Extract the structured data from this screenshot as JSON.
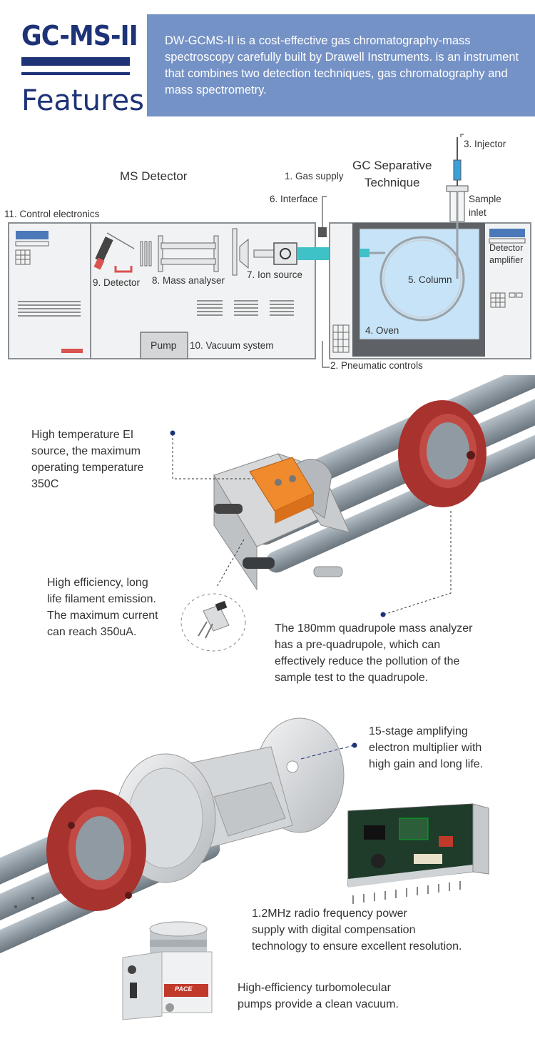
{
  "header": {
    "model": "GC-MS-II",
    "section": "Features",
    "intro": "DW-GCMS-II is a cost-effective gas chromatography-mass spectroscopy carefully built by Drawell Instruments. is an instrument that combines two detection techniques, gas chromatography and mass spectrometry."
  },
  "diagram": {
    "ms_heading": "MS Detector",
    "gc_heading_line1": "GC Separative",
    "gc_heading_line2": "Technique",
    "labels": {
      "gas_supply": "1. Gas supply",
      "pneumatic": "2. Pneumatic controls",
      "injector": "3. Injector",
      "oven": "4. Oven",
      "column": "5. Column",
      "interface": "6. Interface",
      "ion_source": "7. Ion source",
      "mass_analyser": "8. Mass analyser",
      "detector": "9. Detector",
      "vacuum": "10. Vacuum system",
      "control": "11. Control electronics",
      "pump": "Pump",
      "sample_inlet_1": "Sample",
      "sample_inlet_2": "inlet",
      "det_amp_1": "Detector",
      "det_amp_2": "amplifier"
    }
  },
  "features": {
    "ei_source": [
      "High temperature EI",
      "source, the maximum",
      "operating temperature",
      "350C"
    ],
    "filament": [
      "High efficiency, long",
      "life filament emission.",
      "The maximum current",
      "can reach 350uA."
    ],
    "quadrupole": [
      "The 180mm quadrupole mass analyzer",
      "has a pre-quadrupole, which can",
      "effectively reduce the pollution of the",
      "sample test to the quadrupole."
    ],
    "multiplier": [
      "15-stage amplifying",
      "electron multiplier with",
      "high gain and long life."
    ],
    "rf_power": [
      "1.2MHz radio frequency power",
      "supply with digital compensation",
      "technology to ensure excellent resolution."
    ],
    "turbo": [
      "High-efficiency turbomolecular",
      "pumps provide a clean vacuum."
    ],
    "pump_brand": "PACE"
  },
  "colors": {
    "brand": "#1d3277",
    "intro_bg": "#7592c6",
    "rod_red": "#a8322e",
    "rod_gray": "#8f9aa3",
    "oven_blue": "#c6e3f7",
    "interface_teal": "#3ec1c7"
  }
}
